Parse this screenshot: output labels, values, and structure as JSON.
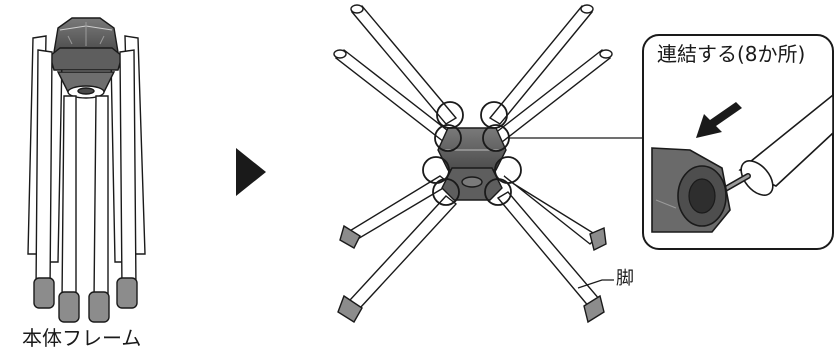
{
  "figure": {
    "left_caption": "本体フレーム",
    "callout_title": "連結する(8か所)",
    "leg_label": "脚",
    "colors": {
      "line": "#1a1a1a",
      "hub_dark": "#5a5a5a",
      "hub_mid": "#8a8a8a",
      "foot": "#8c8c8c",
      "pole": "#ffffff",
      "rod": "#9a9a9a",
      "arrow": "#1a1a1a"
    },
    "icons": [
      "right-arrow-icon",
      "direction-arrow-icon"
    ]
  }
}
